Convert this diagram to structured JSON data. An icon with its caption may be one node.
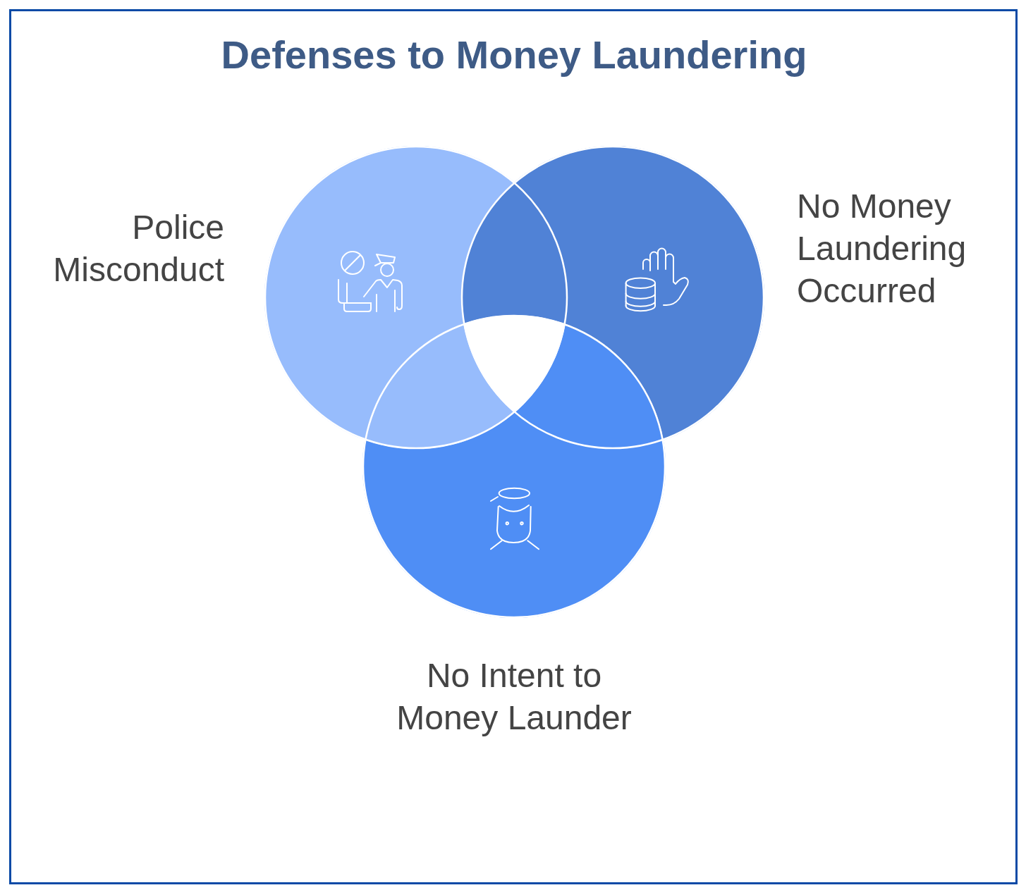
{
  "diagram": {
    "title": "Defenses to Money Laundering",
    "nodes": [
      {
        "text": [
          "Police Misconduct"
        ]
      },
      {
        "text": [
          "No Money Laundering Occurred"
        ]
      },
      {
        "text": [
          "No Intent to Money Launder"
        ]
      }
    ]
  }
}
